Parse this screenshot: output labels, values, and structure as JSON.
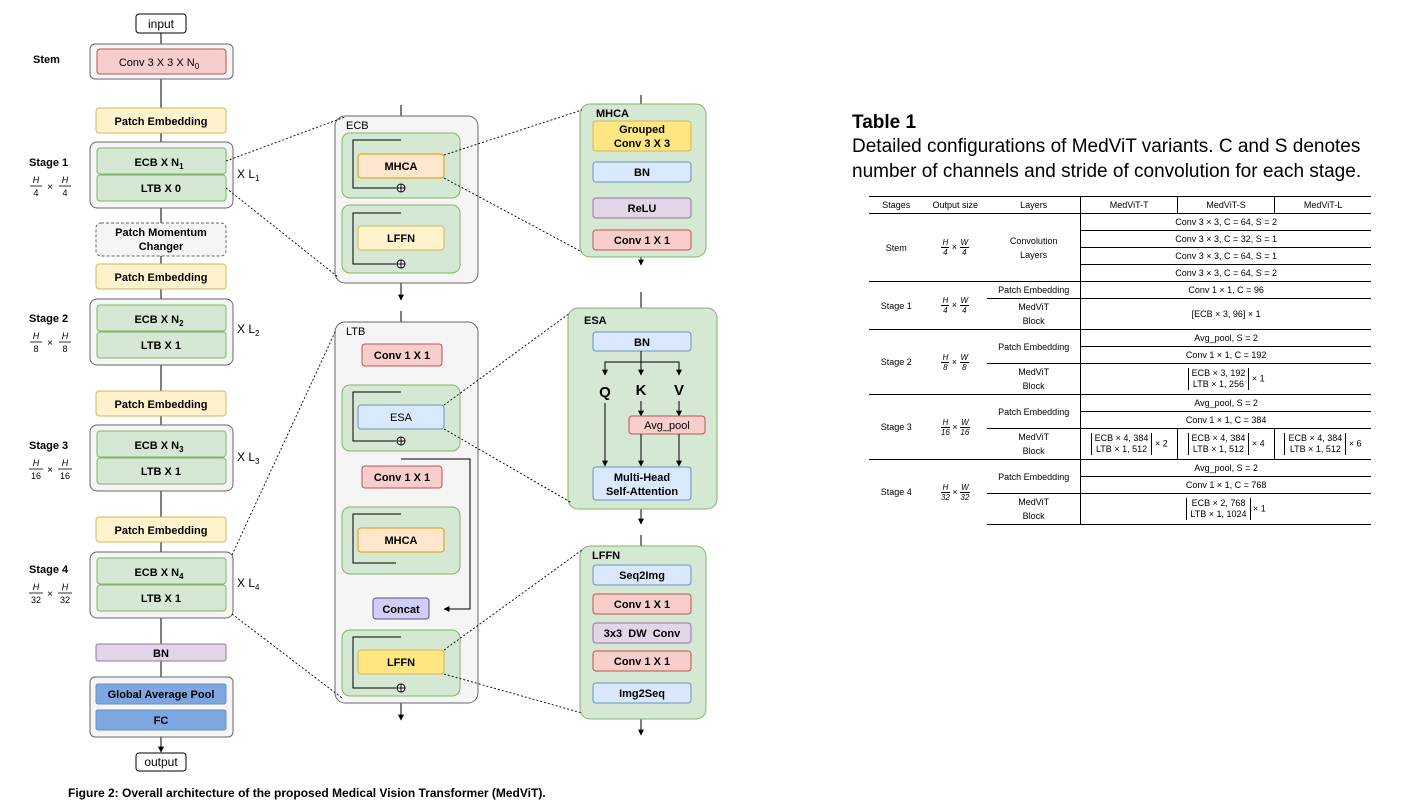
{
  "figure": {
    "caption": "Figure 2: Overall architecture of the proposed Medical Vision Transformer (MedViT).",
    "input_label": "input",
    "output_label": "output",
    "stem": {
      "name": "Stem",
      "conv_label": "Conv 3 X 3 X N",
      "conv_sub": "0"
    },
    "patch_embedding_label": "Patch Embedding",
    "patch_momentum_changer": [
      "Patch Momentum",
      "Changer"
    ],
    "stages": [
      {
        "name": "Stage 1",
        "res_num": "H",
        "res_den": "4",
        "ecb_label": "ECB X N",
        "ecb_sub": "1",
        "ltb_label": "LTB X 0",
        "repeat": "X L",
        "repeat_sub": "1"
      },
      {
        "name": "Stage 2",
        "res_num": "H",
        "res_den": "8",
        "ecb_label": "ECB X N",
        "ecb_sub": "2",
        "ltb_label": "LTB X 1",
        "repeat": "X L",
        "repeat_sub": "2"
      },
      {
        "name": "Stage 3",
        "res_num": "H",
        "res_den": "16",
        "ecb_label": "ECB X N",
        "ecb_sub": "3",
        "ltb_label": "LTB X 1",
        "repeat": "X L",
        "repeat_sub": "3"
      },
      {
        "name": "Stage 4",
        "res_num": "H",
        "res_den": "32",
        "ecb_label": "ECB X N",
        "ecb_sub": "4",
        "ltb_label": "LTB X 1",
        "repeat": "X L",
        "repeat_sub": "4"
      }
    ],
    "times_symbol": "×",
    "head": {
      "bn": "BN",
      "gap": "Global Average Pool",
      "fc": "FC"
    },
    "ecb_block": {
      "title": "ECB",
      "mhca": "MHCA",
      "lffn": "LFFN"
    },
    "ltb_block": {
      "title": "LTB",
      "conv_top": "Conv 1 X 1",
      "esa": "ESA",
      "conv_mid": "Conv 1 X 1",
      "mhca": "MHCA",
      "concat": "Concat",
      "lffn": "LFFN"
    },
    "mhca_detail": {
      "title": "MHCA",
      "grouped": [
        "Grouped",
        "Conv 3 X 3"
      ],
      "bn": "BN",
      "relu": "ReLU",
      "conv": "Conv 1 X 1"
    },
    "esa_detail": {
      "title": "ESA",
      "bn": "BN",
      "q": "Q",
      "k": "K",
      "v": "V",
      "avg_pool": "Avg_pool",
      "attention": [
        "Multi-Head",
        "Self-Attention"
      ]
    },
    "lffn_detail": {
      "title": "LFFN",
      "seq2img": "Seq2Img",
      "conv1": "Conv 1 X 1",
      "dwconv": "3x3  DW  Conv",
      "conv2": "Conv 1 X 1",
      "img2seq": "Img2Seq"
    },
    "colors": {
      "conv_red": "#f8cecc",
      "red_border": "#b85450",
      "yellow": "#fff2cc",
      "yellow_border": "#d6b656",
      "green": "#d5e8d4",
      "green_border": "#82b366",
      "gray_box": "#f5f5f5",
      "gray_border": "#666666",
      "orange": "#ffe6cc",
      "orange_border": "#d79b00",
      "blue": "#dae8fc",
      "blue_border": "#6c8ebf",
      "purple": "#e1d5e7",
      "purple_border": "#9673a6",
      "lilac": "#d0cef7",
      "lilac_border": "#56517e",
      "yellow_strong": "#ffe680",
      "head_blue": "#7ea6e0"
    }
  },
  "table": {
    "heading": "Table 1",
    "caption": "Detailed configurations of MedViT variants. C and S denotes number of channels and stride of convolution for each stage.",
    "columns": [
      "Stages",
      "Output size",
      "Layers",
      "MedViT-T",
      "MedViT-S",
      "MedViT-L"
    ],
    "stem": {
      "stage": "Stem",
      "out_num": "H",
      "out_den": "4",
      "out_num2": "W",
      "out_den2": "4",
      "layers": [
        "Convolution",
        "Layers"
      ],
      "rows": [
        "Conv 3 × 3, C = 64, S = 2",
        "Conv 3 × 3, C = 32, S = 1",
        "Conv 3 × 3, C = 64, S = 1",
        "Conv 3 × 3, C = 64, S = 2"
      ]
    },
    "stage1": {
      "stage": "Stage 1",
      "out_num": "H",
      "out_den": "4",
      "out_num2": "W",
      "out_den2": "4",
      "pe_label": "Patch Embedding",
      "pe_value": "Conv 1 × 1, C = 96",
      "block_label": [
        "MedViT",
        "Block"
      ],
      "block_value": "[ECB × 3, 96] × 1"
    },
    "stage2": {
      "stage": "Stage 2",
      "out_num": "H",
      "out_den": "8",
      "out_num2": "W",
      "out_den2": "8",
      "pe_label": "Patch Embedding",
      "pe_values": [
        "Avg_pool, S = 2",
        "Conv 1 × 1, C = 192"
      ],
      "block_label": [
        "MedViT",
        "Block"
      ],
      "block_lines": [
        "ECB × 3, 192",
        "LTB × 1, 256"
      ],
      "block_mult": "× 1"
    },
    "stage3": {
      "stage": "Stage 3",
      "out_num": "H",
      "out_den": "16",
      "out_num2": "W",
      "out_den2": "16",
      "pe_label": "Patch Embedding",
      "pe_values": [
        "Avg_pool, S = 2",
        "Conv 1 × 1, C = 384"
      ],
      "block_label": [
        "MedViT",
        "Block"
      ],
      "variants": [
        {
          "lines": [
            "ECB × 4, 384",
            "LTB × 1, 512"
          ],
          "mult": "× 2"
        },
        {
          "lines": [
            "ECB × 4, 384",
            "LTB × 1, 512"
          ],
          "mult": "× 4"
        },
        {
          "lines": [
            "ECB × 4, 384",
            "LTB × 1, 512"
          ],
          "mult": "× 6"
        }
      ]
    },
    "stage4": {
      "stage": "Stage 4",
      "out_num": "H",
      "out_den": "32",
      "out_num2": "W",
      "out_den2": "32",
      "pe_label": "Patch Embedding",
      "pe_values": [
        "Avg_pool, S = 2",
        "Conv 1 × 1, C = 768"
      ],
      "block_label": [
        "MedViT",
        "Block"
      ],
      "block_lines": [
        "ECB × 2, 768",
        "LTB × 1, 1024"
      ],
      "block_mult": "× 1"
    }
  }
}
